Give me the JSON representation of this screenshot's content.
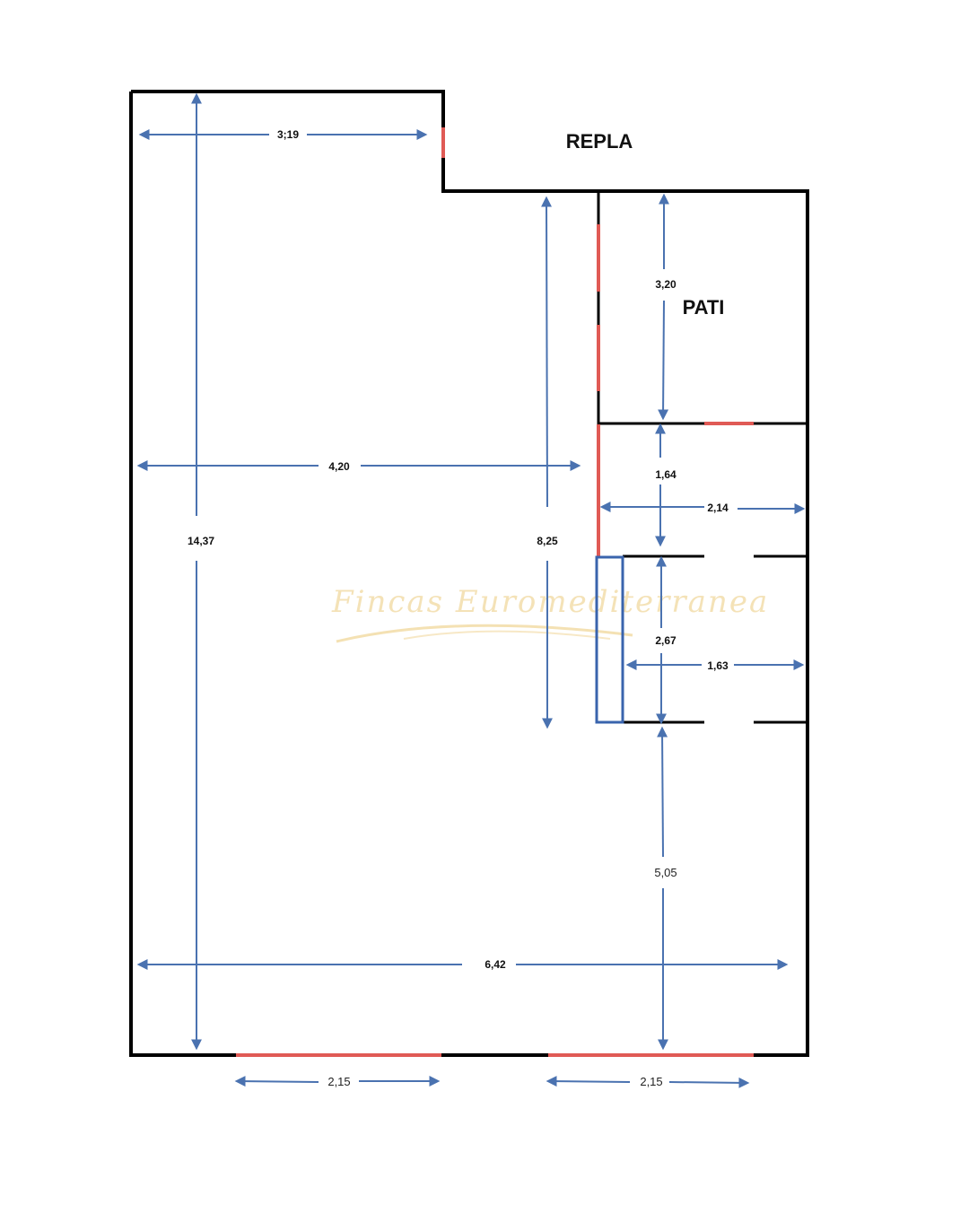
{
  "rooms": {
    "repla": "REPLA",
    "pati": "PATI"
  },
  "watermark": "Fincas Euromediterranea",
  "dimensions": {
    "top_width": "3;19",
    "total_depth": "14,37",
    "main_width": "4,20",
    "main_depth": "8,25",
    "pati_depth": "3,20",
    "corridor_depth": "1,64",
    "corridor_width": "2,14",
    "bath_depth": "2,67",
    "bath_width": "1,63",
    "lower_depth": "5,05",
    "total_width": "6,42",
    "window_left": "2,15",
    "window_right": "2,15"
  },
  "colors": {
    "wall": "#000000",
    "opening": "#e05a55",
    "dimension": "#4a72b0",
    "column": "#3a64ad"
  }
}
